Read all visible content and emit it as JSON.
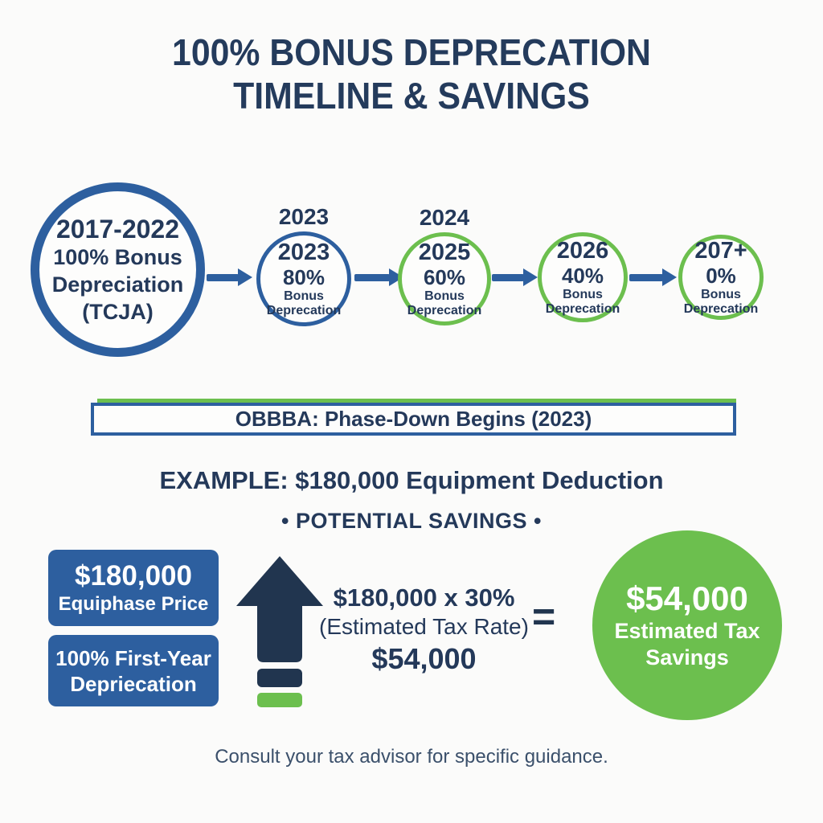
{
  "colors": {
    "navy_text": "#24395a",
    "blue": "#2d5f9f",
    "green": "#6cbf4e",
    "background": "#fbfbfa",
    "white_text": "#ffffff"
  },
  "title": {
    "line1": "100% BONUS DEPRECATION",
    "line2": "TIMELINE & SAVINGS"
  },
  "timeline": {
    "main_circle": {
      "years": "2017-2022",
      "line1": "100% Bonus",
      "line2": "Depreciation",
      "line3": "(TCJA)"
    },
    "steps": [
      {
        "label_above": "2023",
        "year": "2023",
        "percent": "80%",
        "line1": "Bonus",
        "line2": "Deprecation",
        "border_color": "blue"
      },
      {
        "label_above": "2024",
        "year": "2025",
        "percent": "60%",
        "line1": "Bonus",
        "line2": "Deprecation",
        "border_color": "green"
      },
      {
        "label_above": "",
        "year": "2026",
        "percent": "40%",
        "line1": "Bonus",
        "line2": "Deprecation",
        "border_color": "green"
      },
      {
        "label_above": "",
        "year": "207+",
        "percent": "0%",
        "line1": "Bonus",
        "line2": "Deprecation",
        "border_color": "green"
      }
    ]
  },
  "banner": {
    "text": "OBBBA: Phase-Down Begins (2023)"
  },
  "example": {
    "heading": "EXAMPLE: $180,000 Equipment Deduction",
    "subheading": "•  POTENTIAL SAVINGS  •"
  },
  "savings": {
    "box1": {
      "line1": "$180,000",
      "line2": "Equiphase Price"
    },
    "box2": {
      "line1": "100% First-Year",
      "line2": "Depriecation"
    },
    "formula": {
      "line1": "$180,000 x 30%",
      "line2": "(Estimated Tax Rate)",
      "line3": "$54,000"
    },
    "equals": "=",
    "result": {
      "line1": "$54,000",
      "line2": "Estimated Tax",
      "line3": "Savings"
    }
  },
  "footer": {
    "text": "Consult your tax advisor for specific guidance."
  }
}
